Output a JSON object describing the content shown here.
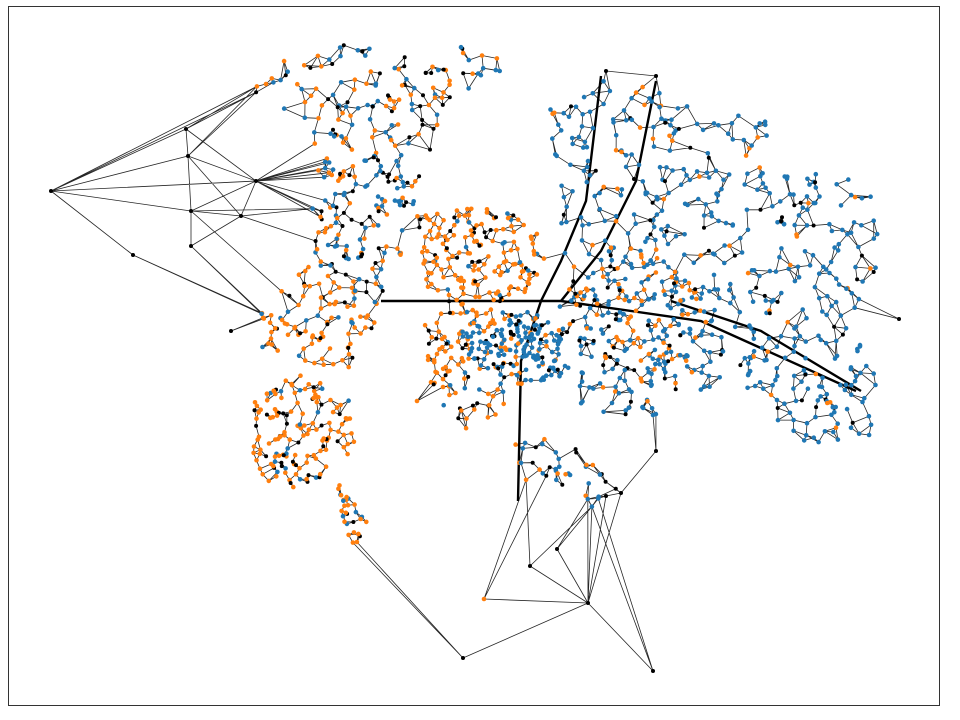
{
  "colors": {
    "edge": "#000000",
    "node": "#000000",
    "cluster_a": "#1f77b4",
    "cluster_b": "#ff7f0e",
    "background": "#ffffff",
    "frame": "#333333"
  },
  "graph": {
    "kind": "network graph of a city road network with nodes colored by two clusters",
    "node_classes": [
      "cluster-a-blue",
      "cluster-b-orange",
      "unclassified-black"
    ]
  }
}
